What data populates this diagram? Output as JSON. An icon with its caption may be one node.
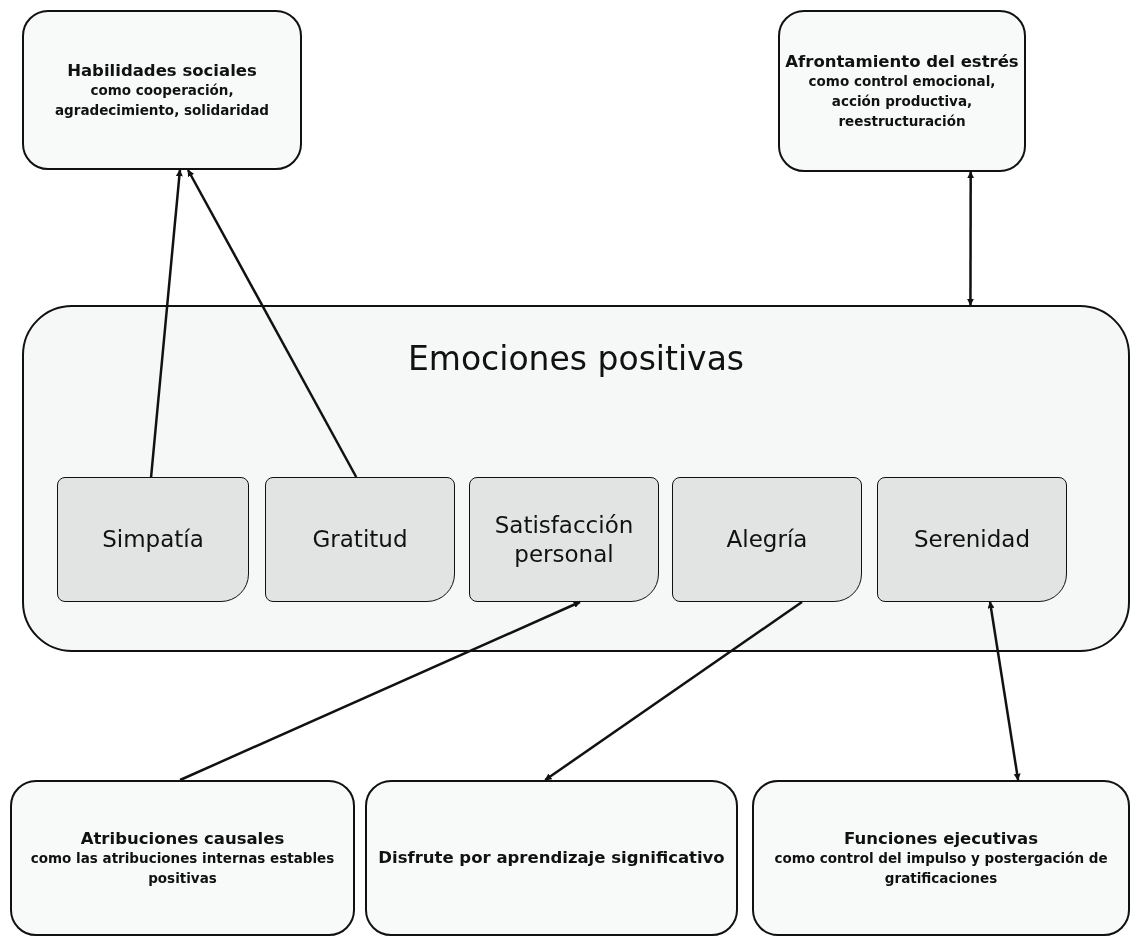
{
  "diagram": {
    "nodes": [
      {
        "text": [
          "Habilidades sociales",
          "como cooperación, agradecimiento, solidaridad"
        ]
      },
      {
        "text": [
          "Afrontamiento del estrés",
          "como control emocional, acción productiva, reestructuración"
        ]
      },
      {
        "text": [
          "Emociones positivas"
        ]
      },
      {
        "text": [
          "Simpatía"
        ],
        "in": 2
      },
      {
        "text": [
          "Gratitud"
        ],
        "in": 2
      },
      {
        "text": [
          "Satisfacción personal"
        ],
        "in": 2
      },
      {
        "text": [
          "Alegría"
        ],
        "in": 2
      },
      {
        "text": [
          "Serenidad"
        ],
        "in": 2
      },
      {
        "text": [
          "Atribuciones causales",
          "como las atribuciones internas estables positivas"
        ]
      },
      {
        "text": [
          "Disfrute por aprendizaje significativo"
        ]
      },
      {
        "text": [
          "Funciones ejecutivas",
          "como control del impulso y postergación de gratificaciones"
        ]
      }
    ],
    "edges": [
      {
        "from": 3,
        "to": 0,
        "arrow": "to"
      },
      {
        "from": 4,
        "to": 0,
        "arrow": "to"
      },
      {
        "from": 1,
        "to": 2,
        "arrow": "both"
      },
      {
        "from": 8,
        "to": 5,
        "arrow": "to"
      },
      {
        "from": 6,
        "to": 9,
        "arrow": "to"
      },
      {
        "from": 7,
        "to": 10,
        "arrow": "both"
      }
    ]
  }
}
